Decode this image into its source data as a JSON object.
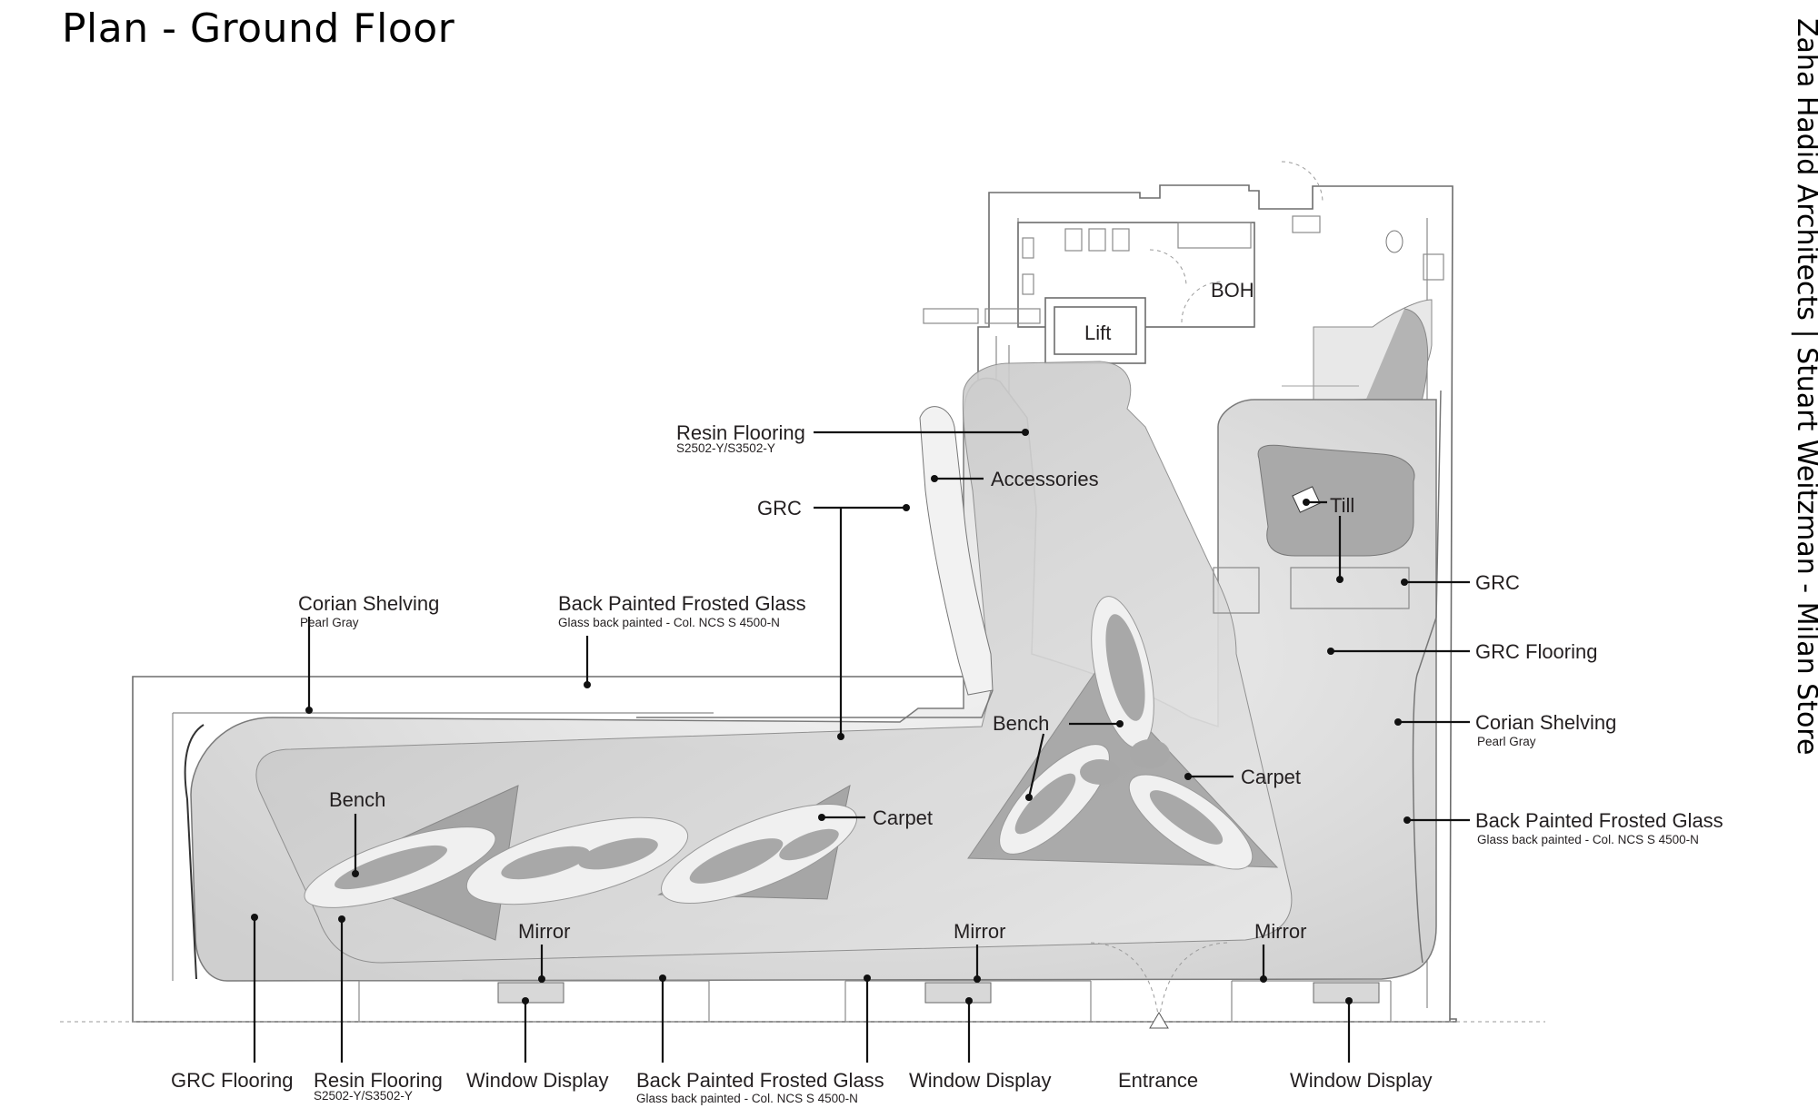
{
  "title": "Plan - Ground Floor",
  "side_title": "Zaha Hadid Architects | Stuart Weitzman - Milan Store",
  "rooms": {
    "boh": "BOH",
    "lift": "Lift"
  },
  "labels": {
    "resin_flooring_top": "Resin Flooring",
    "resin_flooring_top_code": "S2502-Y/S3502-Y",
    "accessories": "Accessories",
    "grc_left": "GRC",
    "till": "Till",
    "grc_right": "GRC",
    "grc_flooring_right": "GRC Flooring",
    "corian_shelving_left": "Corian Shelving",
    "corian_shelving_left_sub": "Pearl Gray",
    "back_glass_top": "Back Painted Frosted Glass",
    "back_glass_top_sub": "Glass back painted - Col. NCS S 4500-N",
    "bench_left": "Bench",
    "carpet_left": "Carpet",
    "bench_right": "Bench",
    "carpet_right": "Carpet",
    "corian_shelving_right": "Corian Shelving",
    "corian_shelving_right_sub": "Pearl Gray",
    "back_glass_right": "Back Painted Frosted Glass",
    "back_glass_right_sub": "Glass back painted - Col. NCS S 4500-N",
    "mirror_1": "Mirror",
    "mirror_2": "Mirror",
    "mirror_3": "Mirror",
    "grc_flooring_bottom": "GRC Flooring",
    "resin_flooring_bottom": "Resin Flooring",
    "resin_flooring_bottom_code": "S2502-Y/S3502-Y",
    "window_display_1": "Window Display",
    "back_glass_bottom": "Back Painted Frosted Glass",
    "back_glass_bottom_sub": "Glass back painted - Col. NCS S 4500-N",
    "window_display_2": "Window Display",
    "entrance": "Entrance",
    "window_display_3": "Window Display"
  },
  "colors": {
    "floor_light": "#e6e6e6",
    "floor_mid": "#c8c8c8",
    "carpet": "#9a9a9a",
    "wall_line": "#6d6d6d",
    "leader": "#111111"
  }
}
